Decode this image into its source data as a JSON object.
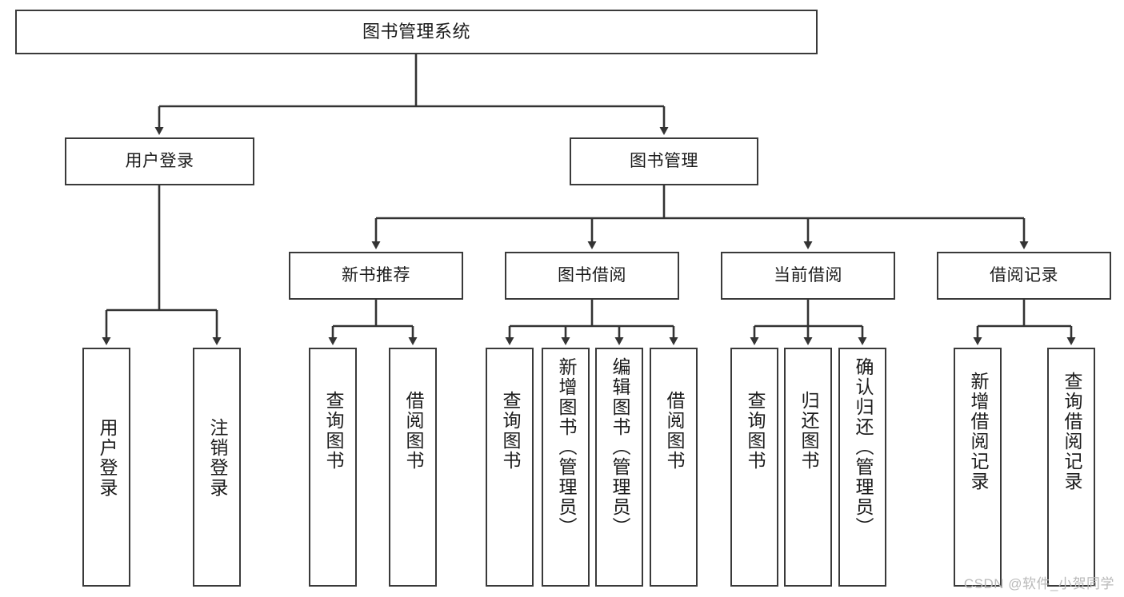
{
  "diagram": {
    "title": "图书管理系统",
    "type": "tree-hierarchy-diagram",
    "colors": {
      "box_border": "#3a3a3a",
      "box_fill": "#ffffff",
      "connector": "#333333",
      "text": "#1b1b1b",
      "watermark": "#b9b9b9"
    },
    "root": {
      "label": "图书管理系统"
    },
    "level1": [
      {
        "label": "用户登录"
      },
      {
        "label": "图书管理"
      }
    ],
    "level2": [
      {
        "label": "新书推荐"
      },
      {
        "label": "图书借阅"
      },
      {
        "label": "当前借阅"
      },
      {
        "label": "借阅记录"
      }
    ],
    "leaves": {
      "user_login": [
        {
          "label": "用户登录"
        },
        {
          "label": "注销登录"
        }
      ],
      "new_book_recommend": [
        {
          "label": "查询图书"
        },
        {
          "label": "借阅图书"
        }
      ],
      "book_borrow": [
        {
          "label": "查询图书"
        },
        {
          "label": "新增图书（管理员）"
        },
        {
          "label": "编辑图书（管理员）"
        },
        {
          "label": "借阅图书"
        }
      ],
      "current_borrow": [
        {
          "label": "查询图书"
        },
        {
          "label": "归还图书"
        },
        {
          "label": "确认归还（管理员）"
        }
      ],
      "borrow_record": [
        {
          "label": "新增借阅记录"
        },
        {
          "label": "查询借阅记录"
        }
      ]
    }
  },
  "watermark": {
    "text": "CSDN @软件_小贺同学"
  }
}
